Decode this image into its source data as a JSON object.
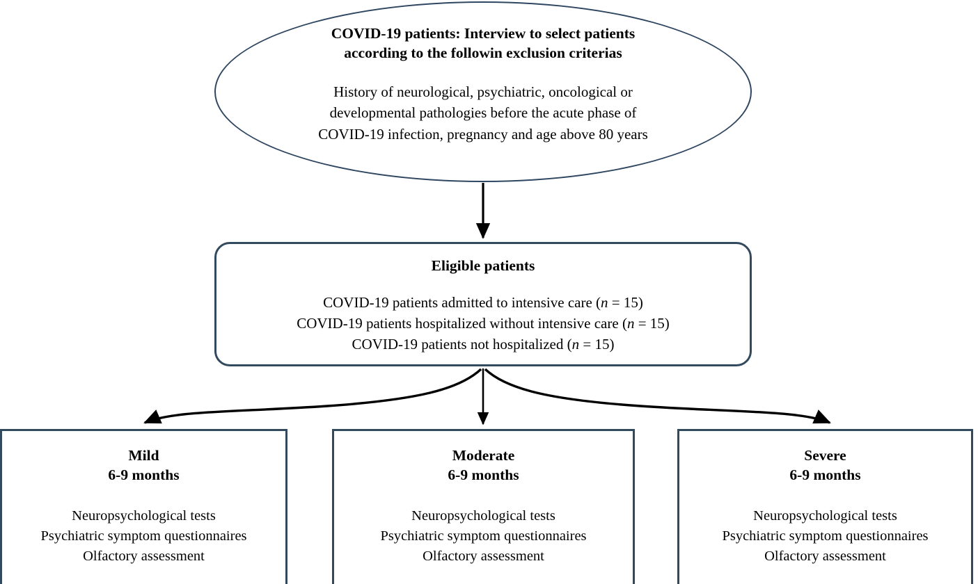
{
  "diagram": {
    "title": "COVID-19 patient selection and follow-up flowchart",
    "colors": {
      "node_border": "#334a5e",
      "ellipse_border": "#2f4661",
      "connector": "#000000",
      "background": "#ffffff",
      "text": "#000000"
    }
  },
  "screening": {
    "shape": "ellipse",
    "title_line_1": "COVID-19 patients: Interview to select patients",
    "title_line_2": "according to the followin exclusion criterias",
    "body_line_1": "History of neurological, psychiatric, oncological or",
    "body_line_2": "developmental pathologies before the acute phase of",
    "body_line_3": "COVID-19 infection, pregnancy and age above 80 years"
  },
  "eligible": {
    "shape": "rounded-rectangle",
    "title": "Eligible patients",
    "rows": [
      {
        "text_before": "COVID-19 patients admitted to intensive care (",
        "n_symbol": "n",
        "text_after": " = 15)",
        "count": 15
      },
      {
        "text_before": "COVID-19 patients hospitalized without intensive care (",
        "n_symbol": "n",
        "text_after": " = 15)",
        "count": 15
      },
      {
        "text_before": "COVID-19 patients not hospitalized (",
        "n_symbol": "n",
        "text_after": " = 15)",
        "count": 15
      }
    ]
  },
  "groups": [
    {
      "id": "mild",
      "heading": "Mild",
      "period": "6-9 months",
      "assessments": [
        "Neuropsychological tests",
        "Psychiatric symptom questionnaires",
        "Olfactory assessment"
      ]
    },
    {
      "id": "moderate",
      "heading": "Moderate",
      "period": "6-9 months",
      "assessments": [
        "Neuropsychological tests",
        "Psychiatric symptom questionnaires",
        "Olfactory assessment"
      ]
    },
    {
      "id": "severe",
      "heading": "Severe",
      "period": "6-9 months",
      "assessments": [
        "Neuropsychological tests",
        "Psychiatric symptom questionnaires",
        "Olfactory assessment"
      ]
    }
  ]
}
